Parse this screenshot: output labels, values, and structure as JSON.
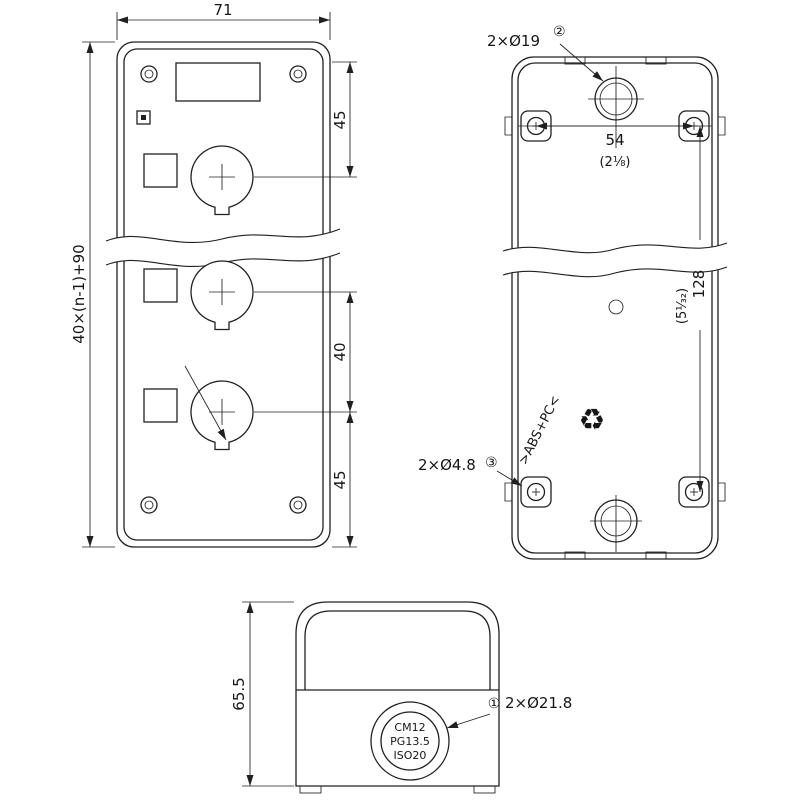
{
  "drawing": {
    "front_view": {
      "dim_width": "71",
      "dim_height_formula": "40×(n-1)+90",
      "dim_top_to_first_hole": "45",
      "dim_between_holes": "40",
      "dim_last_hole_to_bottom": "45"
    },
    "back_view": {
      "top_holes_label": "2×Ø19",
      "top_holes_ref": "②",
      "dim_mount_width": "54",
      "dim_mount_width_inch": "(2⅛)",
      "dim_mount_height": "128",
      "dim_mount_height_inch": "(5¹⁄₃₂)",
      "bottom_holes_label": "2×Ø4.8",
      "bottom_holes_ref": "③",
      "material_marking": ">ABS+PC<",
      "recycling_symbol": "♻"
    },
    "bottom_view": {
      "dim_height": "65.5",
      "gland_ref": "①",
      "gland_label": "2×Ø21.8",
      "gland_markings": [
        "CM12",
        "PG13.5",
        "ISO20"
      ]
    }
  }
}
